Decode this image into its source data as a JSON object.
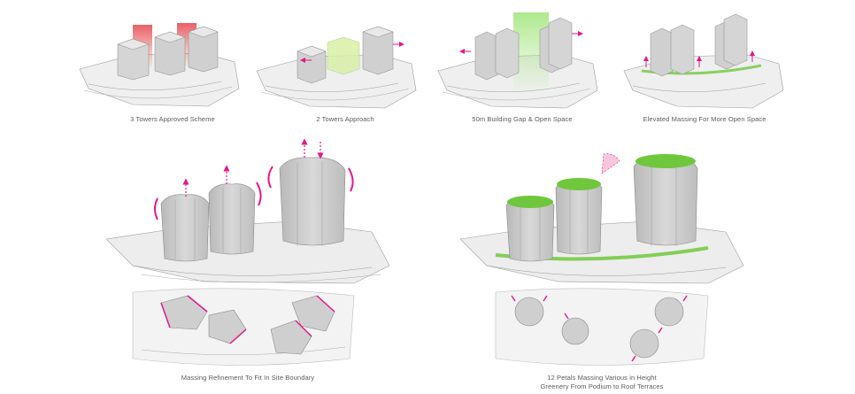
{
  "diagram": {
    "captions": {
      "scheme_3_towers": "3 Towers Approved Scheme",
      "scheme_2_towers": "2 Towers Approach",
      "gap_open_space": "50m Building Gap & Open Space",
      "elevated_massing": "Elevated Massing For More Open Space",
      "massing_refinement": "Massing Refinement To Fit In Site Boundary",
      "petals_line1": "12 Petals Massing Various in Height",
      "petals_line2": "Greenery From Podium to Roof Terraces"
    },
    "colors": {
      "tower_gray": "#c9c9c9",
      "highlight_red": "#e0242a",
      "greenery": "#6fc83c",
      "arrow_magenta": "#e6168c"
    }
  }
}
